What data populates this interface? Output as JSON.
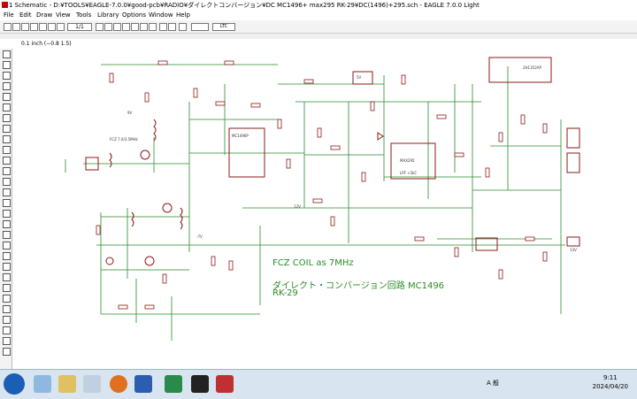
{
  "window": {
    "title": "1 Schematic - D:¥TOOLS¥EAGLE-7.0.0¥good-pcb¥RADIO¥ダイレクトコンバージョン¥DC MC1496+ max295  RK-29¥DC(1496)+295.sch - EAGLE 7.0.0 Light"
  },
  "menu": [
    "File",
    "Edit",
    "Draw",
    "View",
    "Tools",
    "Library",
    "Options",
    "Window",
    "Help"
  ],
  "toolbar": {
    "sheet_value": "1/1",
    "brand": "LTC"
  },
  "coord": {
    "grid": "0.1 inch (−0.8 1.5)"
  },
  "schematic": {
    "annotations": {
      "coil": "FCZ COIL as 7MHz",
      "circuit_jp": "ダイレクト・コンバージョン回路 MC1496",
      "model": "RK-29"
    },
    "labels": {
      "ic_mixer": "MC1496P",
      "ic_filter": "MAX295",
      "ic_regulator": "5V",
      "header": "2H1352AP",
      "coil_t1": "FCZ 7.0/3.5MHz",
      "lpf": "LPF <3kC",
      "v9": "9V",
      "v12": "12V",
      "v_neg": "-7V",
      "vin": "13V"
    },
    "colors": {
      "wire": "#2a8a2a",
      "part": "#8b1a1a",
      "text": "#2a8a2a"
    }
  },
  "taskbar": {
    "ime": "A 般",
    "time": "9:11",
    "date": "2024/04/20"
  }
}
